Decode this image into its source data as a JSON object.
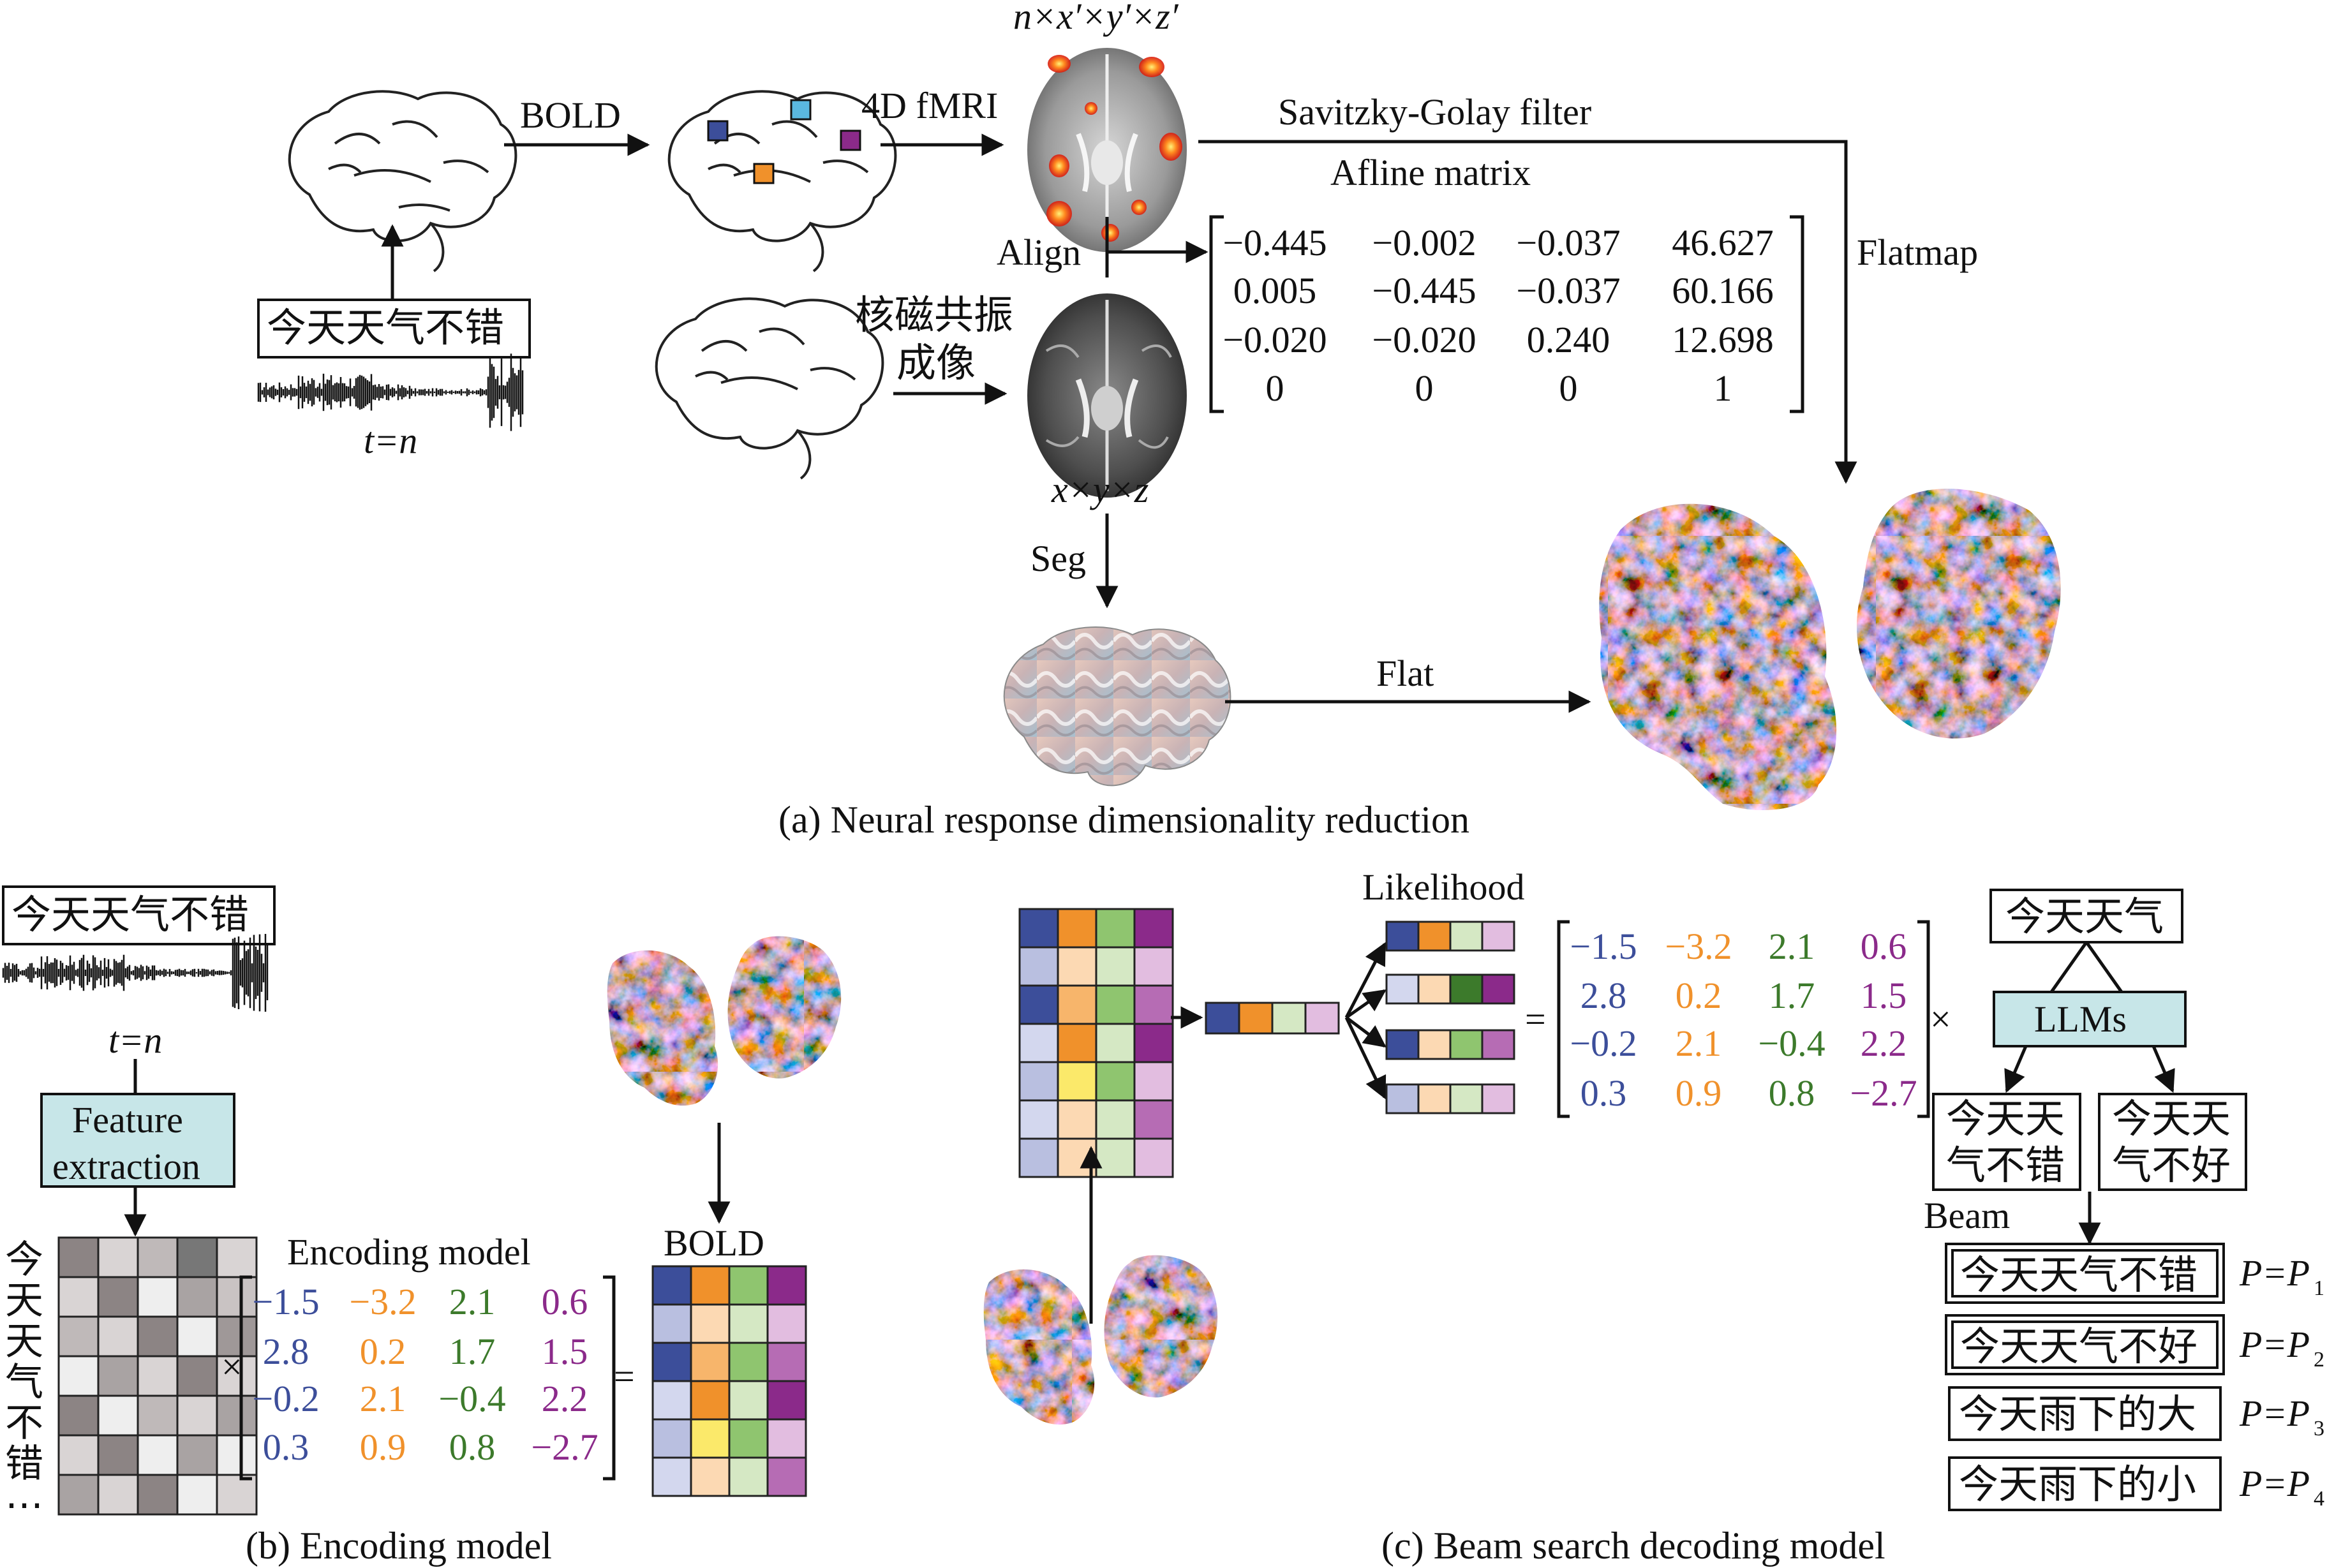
{
  "colors": {
    "navy": "#3c4e9a",
    "orange": "#f0912b",
    "green": "#3c7a2b",
    "purple": "#8b2a8a",
    "teal_box": "#c7e6e8",
    "cyan": "#5ab8e0"
  },
  "panel_a": {
    "input_sentence": "今天天气不错",
    "t_label": "t=n",
    "bold_label": "BOLD",
    "fmri_label": "4D fMRI",
    "fmri_dims": "n×x′×y′×z′",
    "sg_filter": "Savitzky-Golay filter",
    "affine_label": "Afline matrix",
    "align_label": "Align",
    "flatmap_label": "Flatmap",
    "mri_label_line1": "核磁共振",
    "mri_label_line2": "成像",
    "anat_dims": "x×y×z",
    "seg_label": "Seg",
    "flat_label": "Flat",
    "affine_matrix": [
      [
        "−0.445",
        "−0.002",
        "−0.037",
        "46.627"
      ],
      [
        "0.005",
        "−0.445",
        "−0.037",
        "60.166"
      ],
      [
        "−0.020",
        "−0.020",
        "0.240",
        "12.698"
      ],
      [
        "0",
        "0",
        "0",
        "1"
      ]
    ],
    "caption": "(a) Neural response dimensionality reduction"
  },
  "panel_b": {
    "input_sentence": "今天天气不错",
    "t_label": "t=n",
    "feature_box_line1": "Feature",
    "feature_box_line2": "extraction",
    "vertical_chars": [
      "今",
      "天",
      "天",
      "气",
      "不",
      "错",
      "⋯"
    ],
    "times": "×",
    "equals": "=",
    "encoding_title": "Encoding model",
    "bold_title": "BOLD",
    "matrix": [
      [
        "−1.5",
        "−3.2",
        "2.1",
        "0.6"
      ],
      [
        "2.8",
        "0.2",
        "1.7",
        "1.5"
      ],
      [
        "−0.2",
        "2.1",
        "−0.4",
        "2.2"
      ],
      [
        "0.3",
        "0.9",
        "0.8",
        "−2.7"
      ]
    ],
    "caption": "(b) Encoding model"
  },
  "panel_c": {
    "likelihood_label": "Likelihood",
    "equals": "=",
    "times": "×",
    "matrix": [
      [
        "−1.5",
        "−3.2",
        "2.1",
        "0.6"
      ],
      [
        "2.8",
        "0.2",
        "1.7",
        "1.5"
      ],
      [
        "−0.2",
        "2.1",
        "−0.4",
        "2.2"
      ],
      [
        "0.3",
        "0.9",
        "0.8",
        "−2.7"
      ]
    ],
    "prompt": "今天天气",
    "llm_label": "LLMs",
    "candidate_1_line1": "今天天",
    "candidate_1_line2": "气不错",
    "candidate_2_line1": "今天天",
    "candidate_2_line2": "气不好",
    "beam_label": "Beam",
    "beam_results": [
      {
        "text": "今天天气不错",
        "p_prefix": "P=P",
        "p_sub": "1"
      },
      {
        "text": "今天天气不好",
        "p_prefix": "P=P",
        "p_sub": "2"
      },
      {
        "text": "今天雨下的大",
        "p_prefix": "P=P",
        "p_sub": "3"
      },
      {
        "text": "今天雨下的小",
        "p_prefix": "P=P",
        "p_sub": "4"
      }
    ],
    "caption": "(c) Beam search decoding model"
  }
}
